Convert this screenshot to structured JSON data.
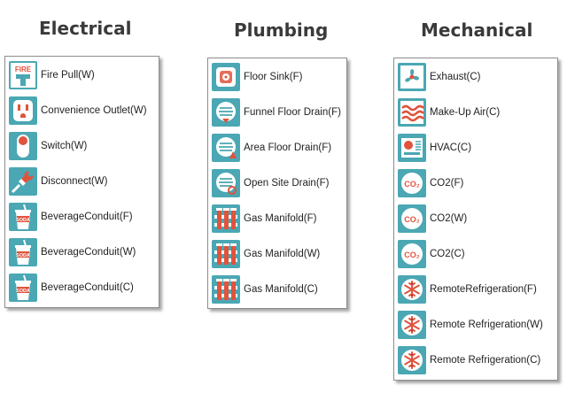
{
  "columns": [
    {
      "title": "Electrical",
      "items": [
        {
          "label": "Fire Pull(W)",
          "icon": "fire-pull-icon"
        },
        {
          "label": "Convenience Outlet(W)",
          "icon": "outlet-icon"
        },
        {
          "label": "Switch(W)",
          "icon": "switch-icon"
        },
        {
          "label": "Disconnect(W)",
          "icon": "plug-icon"
        },
        {
          "label": "BeverageConduit(F)",
          "icon": "soda-cup-icon"
        },
        {
          "label": "BeverageConduit(W)",
          "icon": "soda-cup-icon"
        },
        {
          "label": "BeverageConduit(C)",
          "icon": "soda-cup-icon"
        }
      ]
    },
    {
      "title": "Plumbing",
      "items": [
        {
          "label": "Floor Sink(F)",
          "icon": "floor-sink-icon"
        },
        {
          "label": "Funnel Floor Drain(F)",
          "icon": "funnel-drain-icon"
        },
        {
          "label": "Area Floor Drain(F)",
          "icon": "area-drain-icon"
        },
        {
          "label": "Open Site Drain(F)",
          "icon": "open-drain-icon"
        },
        {
          "label": "Gas Manifold(F)",
          "icon": "gas-manifold-icon"
        },
        {
          "label": "Gas Manifold(W)",
          "icon": "gas-manifold-icon"
        },
        {
          "label": "Gas Manifold(C)",
          "icon": "gas-manifold-icon"
        }
      ]
    },
    {
      "title": "Mechanical",
      "items": [
        {
          "label": "Exhaust(C)",
          "icon": "fan-icon"
        },
        {
          "label": "Make-Up Air(C)",
          "icon": "air-waves-icon"
        },
        {
          "label": "HVAC(C)",
          "icon": "hvac-icon"
        },
        {
          "label": "CO2(F)",
          "icon": "co2-icon"
        },
        {
          "label": "CO2(W)",
          "icon": "co2-icon"
        },
        {
          "label": "CO2(C)",
          "icon": "co2-icon"
        },
        {
          "label": "RemoteRefrigeration(F)",
          "icon": "snowflake-icon"
        },
        {
          "label": "Remote Refrigeration(W)",
          "icon": "snowflake-icon"
        },
        {
          "label": "Remote Refrigeration(C)",
          "icon": "snowflake-icon"
        }
      ]
    }
  ],
  "icon_glyphs": {
    "fire": "FIRE",
    "soda": "SODA",
    "co2": "CO₂"
  },
  "colors": {
    "icon_bg": "#4aa7b3",
    "accent_red": "#e0533d",
    "light": "#ffffff"
  }
}
